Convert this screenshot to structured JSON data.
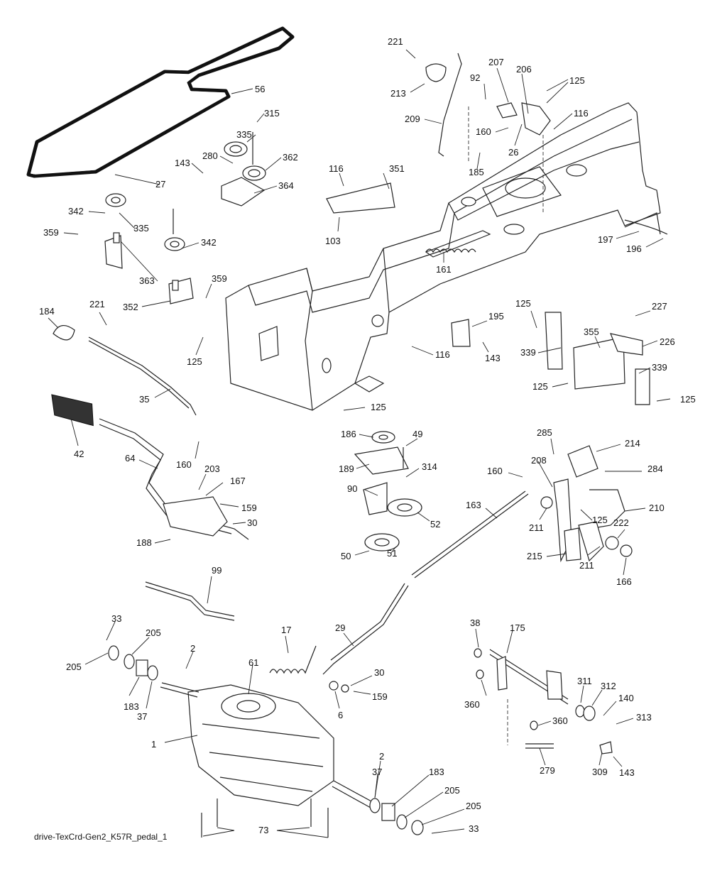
{
  "diagram": {
    "caption": "drive-TexCrd-Gen2_K57R_pedal_1",
    "callouts": [
      {
        "id": "c221a",
        "label": "221"
      },
      {
        "id": "c92",
        "label": "92"
      },
      {
        "id": "c207",
        "label": "207"
      },
      {
        "id": "c206",
        "label": "206"
      },
      {
        "id": "c125a",
        "label": "125"
      },
      {
        "id": "c56",
        "label": "56"
      },
      {
        "id": "c213",
        "label": "213"
      },
      {
        "id": "c116a",
        "label": "116"
      },
      {
        "id": "c209",
        "label": "209"
      },
      {
        "id": "c160a",
        "label": "160"
      },
      {
        "id": "c26",
        "label": "26"
      },
      {
        "id": "c315",
        "label": "315"
      },
      {
        "id": "c335a",
        "label": "335"
      },
      {
        "id": "c362",
        "label": "362"
      },
      {
        "id": "c280",
        "label": "280"
      },
      {
        "id": "c143a",
        "label": "143"
      },
      {
        "id": "c185",
        "label": "185"
      },
      {
        "id": "c116b",
        "label": "116"
      },
      {
        "id": "c351",
        "label": "351"
      },
      {
        "id": "c27",
        "label": "27"
      },
      {
        "id": "c364",
        "label": "364"
      },
      {
        "id": "c342a",
        "label": "342"
      },
      {
        "id": "c335b",
        "label": "335"
      },
      {
        "id": "c359a",
        "label": "359"
      },
      {
        "id": "c342b",
        "label": "342"
      },
      {
        "id": "c103",
        "label": "103"
      },
      {
        "id": "c197",
        "label": "197"
      },
      {
        "id": "c196",
        "label": "196"
      },
      {
        "id": "c161",
        "label": "161"
      },
      {
        "id": "c363",
        "label": "363"
      },
      {
        "id": "c359b",
        "label": "359"
      },
      {
        "id": "c352",
        "label": "352"
      },
      {
        "id": "c184",
        "label": "184"
      },
      {
        "id": "c221b",
        "label": "221"
      },
      {
        "id": "c125b",
        "label": "125"
      },
      {
        "id": "c227",
        "label": "227"
      },
      {
        "id": "c195",
        "label": "195"
      },
      {
        "id": "c355",
        "label": "355"
      },
      {
        "id": "c226",
        "label": "226"
      },
      {
        "id": "c116c",
        "label": "116"
      },
      {
        "id": "c143b",
        "label": "143"
      },
      {
        "id": "c339a",
        "label": "339"
      },
      {
        "id": "c125c",
        "label": "125"
      },
      {
        "id": "c339b",
        "label": "339"
      },
      {
        "id": "c35",
        "label": "35"
      },
      {
        "id": "c125d",
        "label": "125"
      },
      {
        "id": "c125e",
        "label": "125"
      },
      {
        "id": "c125f",
        "label": "125"
      },
      {
        "id": "c42",
        "label": "42"
      },
      {
        "id": "c186",
        "label": "186"
      },
      {
        "id": "c49",
        "label": "49"
      },
      {
        "id": "c285",
        "label": "285"
      },
      {
        "id": "c214",
        "label": "214"
      },
      {
        "id": "c64",
        "label": "64"
      },
      {
        "id": "c189",
        "label": "189"
      },
      {
        "id": "c314",
        "label": "314"
      },
      {
        "id": "c284",
        "label": "284"
      },
      {
        "id": "c160b",
        "label": "160"
      },
      {
        "id": "c203",
        "label": "203"
      },
      {
        "id": "c167",
        "label": "167"
      },
      {
        "id": "c160c",
        "label": "160"
      },
      {
        "id": "c208",
        "label": "208"
      },
      {
        "id": "c90",
        "label": "90"
      },
      {
        "id": "c159a",
        "label": "159"
      },
      {
        "id": "c163",
        "label": "163"
      },
      {
        "id": "c210",
        "label": "210"
      },
      {
        "id": "c30a",
        "label": "30"
      },
      {
        "id": "c52",
        "label": "52"
      },
      {
        "id": "c125g",
        "label": "125"
      },
      {
        "id": "c222",
        "label": "222"
      },
      {
        "id": "c211a",
        "label": "211"
      },
      {
        "id": "c188",
        "label": "188"
      },
      {
        "id": "c50",
        "label": "50"
      },
      {
        "id": "c51",
        "label": "51"
      },
      {
        "id": "c215",
        "label": "215"
      },
      {
        "id": "c211b",
        "label": "211"
      },
      {
        "id": "c166",
        "label": "166"
      },
      {
        "id": "c99",
        "label": "99"
      },
      {
        "id": "c33a",
        "label": "33"
      },
      {
        "id": "c38",
        "label": "38"
      },
      {
        "id": "c175",
        "label": "175"
      },
      {
        "id": "c17",
        "label": "17"
      },
      {
        "id": "c29",
        "label": "29"
      },
      {
        "id": "c205a",
        "label": "205"
      },
      {
        "id": "c205b",
        "label": "205"
      },
      {
        "id": "c2a",
        "label": "2"
      },
      {
        "id": "c61",
        "label": "61"
      },
      {
        "id": "c30b",
        "label": "30"
      },
      {
        "id": "c311",
        "label": "311"
      },
      {
        "id": "c312",
        "label": "312"
      },
      {
        "id": "c183a",
        "label": "183"
      },
      {
        "id": "c159b",
        "label": "159"
      },
      {
        "id": "c360a",
        "label": "360"
      },
      {
        "id": "c140",
        "label": "140"
      },
      {
        "id": "c37a",
        "label": "37"
      },
      {
        "id": "c6",
        "label": "6"
      },
      {
        "id": "c360b",
        "label": "360"
      },
      {
        "id": "c313",
        "label": "313"
      },
      {
        "id": "c1",
        "label": "1"
      },
      {
        "id": "c2b",
        "label": "2"
      },
      {
        "id": "c279",
        "label": "279"
      },
      {
        "id": "c37b",
        "label": "37"
      },
      {
        "id": "c183b",
        "label": "183"
      },
      {
        "id": "c309",
        "label": "309"
      },
      {
        "id": "c143c",
        "label": "143"
      },
      {
        "id": "c205c",
        "label": "205"
      },
      {
        "id": "c205d",
        "label": "205"
      },
      {
        "id": "c73",
        "label": "73"
      },
      {
        "id": "c33b",
        "label": "33"
      }
    ]
  }
}
